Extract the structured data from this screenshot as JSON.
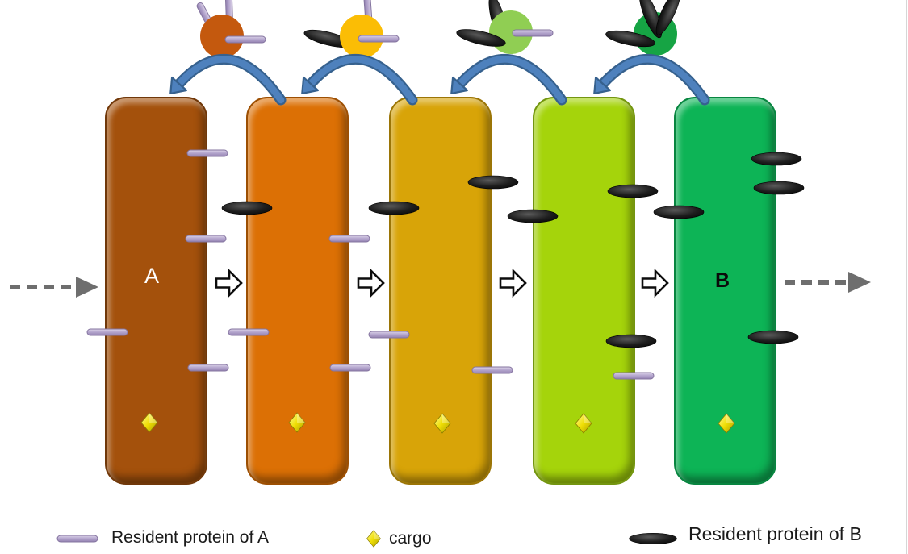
{
  "labels": {
    "compartment_a": "A",
    "compartment_b": "B"
  },
  "legend": {
    "resident_a": "Resident protein of A",
    "cargo": "cargo",
    "resident_b": "Resident protein of B"
  },
  "diagram": {
    "type": "cisternal-maturation-pathway",
    "compartments": [
      {
        "name": "compartment-A",
        "label": "A",
        "color": "#A4510C"
      },
      {
        "name": "intermediate-1",
        "label": "",
        "color": "#DC7005"
      },
      {
        "name": "intermediate-2",
        "label": "",
        "color": "#D8A408"
      },
      {
        "name": "intermediate-3",
        "label": "",
        "color": "#A5D40B"
      },
      {
        "name": "compartment-B",
        "label": "B",
        "color": "#0DB456"
      }
    ],
    "vesicle_colors": [
      "#C4590E",
      "#FBBD05",
      "#90CE53",
      "#16A444"
    ],
    "symbol_colors": {
      "resident_protein_a": "#B3A4CC",
      "resident_protein_b": "#161616",
      "cargo": "#F2E006",
      "retrograde_arrow": "#4E81BD",
      "maturation_arrow_fill": "#FFFFFF",
      "flux_arrow": "#6E6E6E"
    }
  }
}
